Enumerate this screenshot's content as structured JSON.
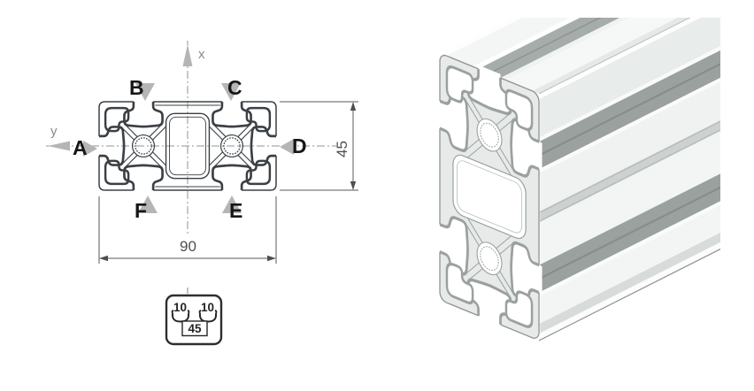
{
  "figure": {
    "background": "#ffffff",
    "drawing": {
      "axis_x_label": "x",
      "axis_y_label": "y",
      "slot_labels": {
        "a": "A",
        "b": "B",
        "c": "C",
        "d": "D",
        "e": "E",
        "f": "F"
      },
      "dim_width": "90",
      "dim_height": "45",
      "line_color": "#3b4045",
      "centerline_color": "#8f9492",
      "marker_color": "#b5b5b5",
      "dim_color": "#4c5053"
    },
    "size_icon": {
      "slot_left": "10",
      "slot_right": "10",
      "series": "45"
    },
    "render": {
      "cut_face_color": "#e7eae9",
      "face_light": "#f4f6f5",
      "face_mid": "#e8eceb",
      "slot_groove_color": "#9ba19f",
      "shadow_color": "#d7dbd9",
      "edge_color": "#8a918f"
    }
  }
}
